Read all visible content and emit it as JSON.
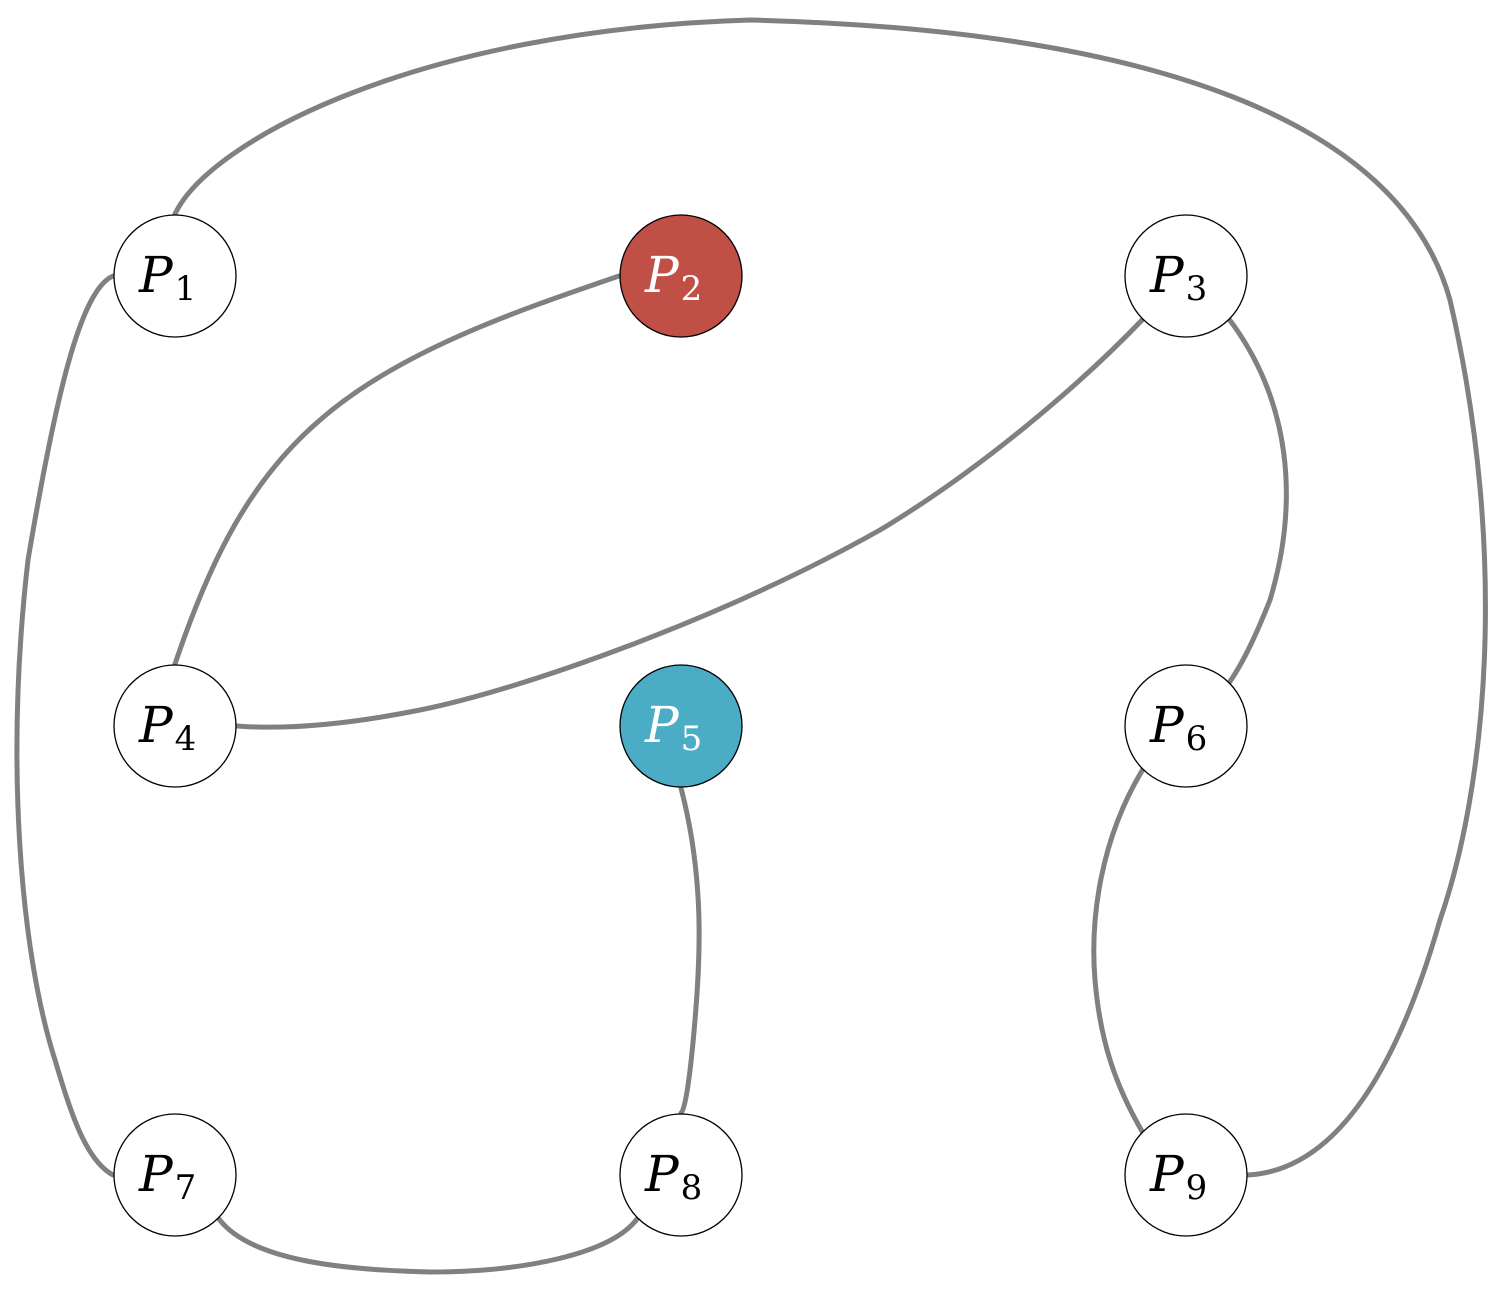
{
  "diagram": {
    "type": "graph",
    "colors": {
      "edge": "#808080",
      "node_default_fill": "#ffffff",
      "node_default_text": "#000000",
      "node_border": "#000000",
      "highlight_red": "#C05046",
      "highlight_blue": "#4BACC6"
    },
    "nodes": [
      {
        "id": "P1",
        "letter": "P",
        "sub": "1",
        "fill": "#ffffff",
        "text_color": "#000000"
      },
      {
        "id": "P2",
        "letter": "P",
        "sub": "2",
        "fill": "#C05046",
        "text_color": "#ffffff"
      },
      {
        "id": "P3",
        "letter": "P",
        "sub": "3",
        "fill": "#ffffff",
        "text_color": "#000000"
      },
      {
        "id": "P4",
        "letter": "P",
        "sub": "4",
        "fill": "#ffffff",
        "text_color": "#000000"
      },
      {
        "id": "P5",
        "letter": "P",
        "sub": "5",
        "fill": "#4BACC6",
        "text_color": "#ffffff"
      },
      {
        "id": "P6",
        "letter": "P",
        "sub": "6",
        "fill": "#ffffff",
        "text_color": "#000000"
      },
      {
        "id": "P7",
        "letter": "P",
        "sub": "7",
        "fill": "#ffffff",
        "text_color": "#000000"
      },
      {
        "id": "P8",
        "letter": "P",
        "sub": "8",
        "fill": "#ffffff",
        "text_color": "#000000"
      },
      {
        "id": "P9",
        "letter": "P",
        "sub": "9",
        "fill": "#ffffff",
        "text_color": "#000000"
      }
    ],
    "edges": [
      {
        "from": "P1",
        "to": "P9"
      },
      {
        "from": "P1",
        "to": "P7"
      },
      {
        "from": "P2",
        "to": "P4"
      },
      {
        "from": "P3",
        "to": "P4"
      },
      {
        "from": "P3",
        "to": "P6"
      },
      {
        "from": "P6",
        "to": "P9"
      },
      {
        "from": "P5",
        "to": "P8"
      },
      {
        "from": "P7",
        "to": "P8"
      }
    ]
  }
}
